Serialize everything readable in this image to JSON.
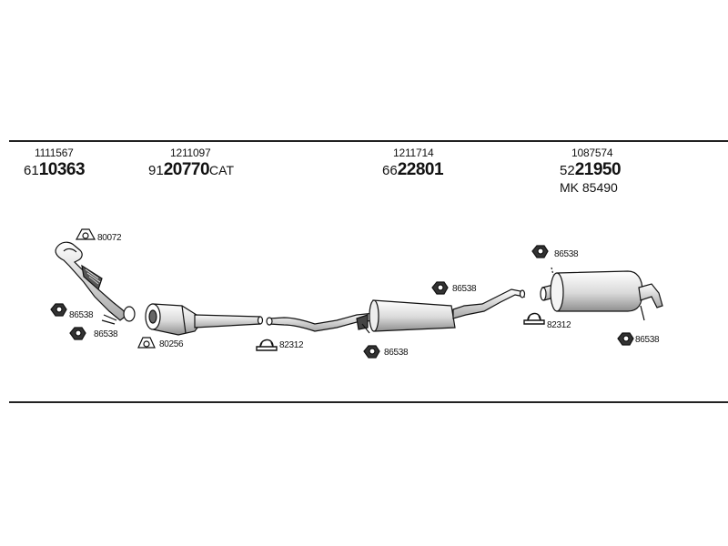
{
  "parts": [
    {
      "ref": "1111567",
      "prefix": "61",
      "main": "10363",
      "suffix": ""
    },
    {
      "ref": "1211097",
      "prefix": "91",
      "main": "20770",
      "suffix": "CAT"
    },
    {
      "ref": "1211714",
      "prefix": "66",
      "main": "22801",
      "suffix": ""
    },
    {
      "ref": "1087574",
      "prefix": "52",
      "main": "21950",
      "suffix": "",
      "extra": "MK  85490"
    }
  ],
  "callouts": {
    "gasket_top": "80072",
    "nut_left_1": "86538",
    "nut_left_2": "86538",
    "gasket_cat": "80256",
    "clamp_mid": "82312",
    "nut_center_top": "86538",
    "nut_center_bottom": "86538",
    "nut_rear_top": "86538",
    "clamp_rear": "82312",
    "nut_rear_bottom": "86538"
  }
}
